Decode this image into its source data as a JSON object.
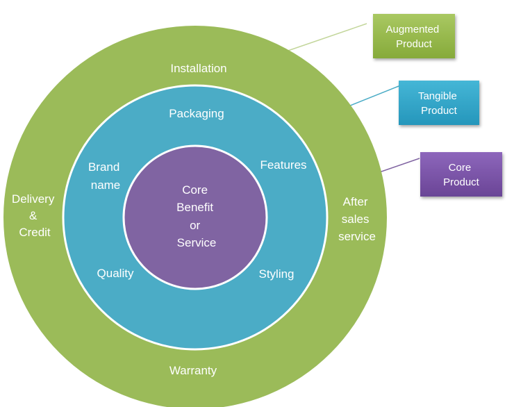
{
  "diagram": {
    "rings": {
      "outer": {
        "top_label": "Installation",
        "left_label": [
          "Delivery",
          "&",
          "Credit"
        ],
        "right_label": [
          "After",
          "sales",
          "service"
        ],
        "bottom_label": "Warranty"
      },
      "middle": {
        "top_label": "Packaging",
        "left_top_label": [
          "Brand",
          "name"
        ],
        "right_top_label": "Features",
        "left_bottom_label": "Quality",
        "right_bottom_label": "Styling"
      },
      "core": {
        "label": [
          "Core",
          "Benefit",
          "or",
          "Service"
        ]
      }
    },
    "callouts": {
      "augmented": [
        "Augmented",
        "Product"
      ],
      "tangible": [
        "Tangible",
        "Product"
      ],
      "core": [
        "Core",
        "Product"
      ]
    },
    "colors": {
      "outer_ring": "#9bbb59",
      "middle_ring": "#4bacc6",
      "core_circle": "#8064a2",
      "augmented_box": "#8eb843",
      "tangible_box": "#31a6c8",
      "core_box": "#7a55a8",
      "augmented_line": "#c3d69b",
      "tangible_line": "#4bacc6",
      "core_line": "#8064a2"
    }
  }
}
